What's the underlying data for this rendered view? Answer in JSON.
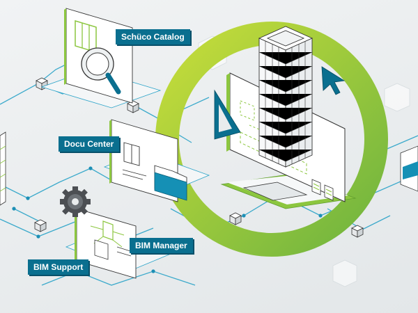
{
  "labels": {
    "catalog": "Schüco Catalog",
    "docu_center": "Docu Center",
    "bim_manager": "BIM Manager",
    "bim_support": "BIM Support"
  },
  "colors": {
    "background": "#e9eced",
    "accent_green": "#8cc63f",
    "label_blue": "#0a6f8f",
    "network_line": "#2aa3c8",
    "outline": "#222222"
  },
  "icons": [
    "magnifier-icon",
    "folder-icon",
    "gear-icon",
    "cursor-arrow-icon",
    "set-square-icon",
    "skyscraper-icon",
    "monitor-icon",
    "cube-icon"
  ]
}
